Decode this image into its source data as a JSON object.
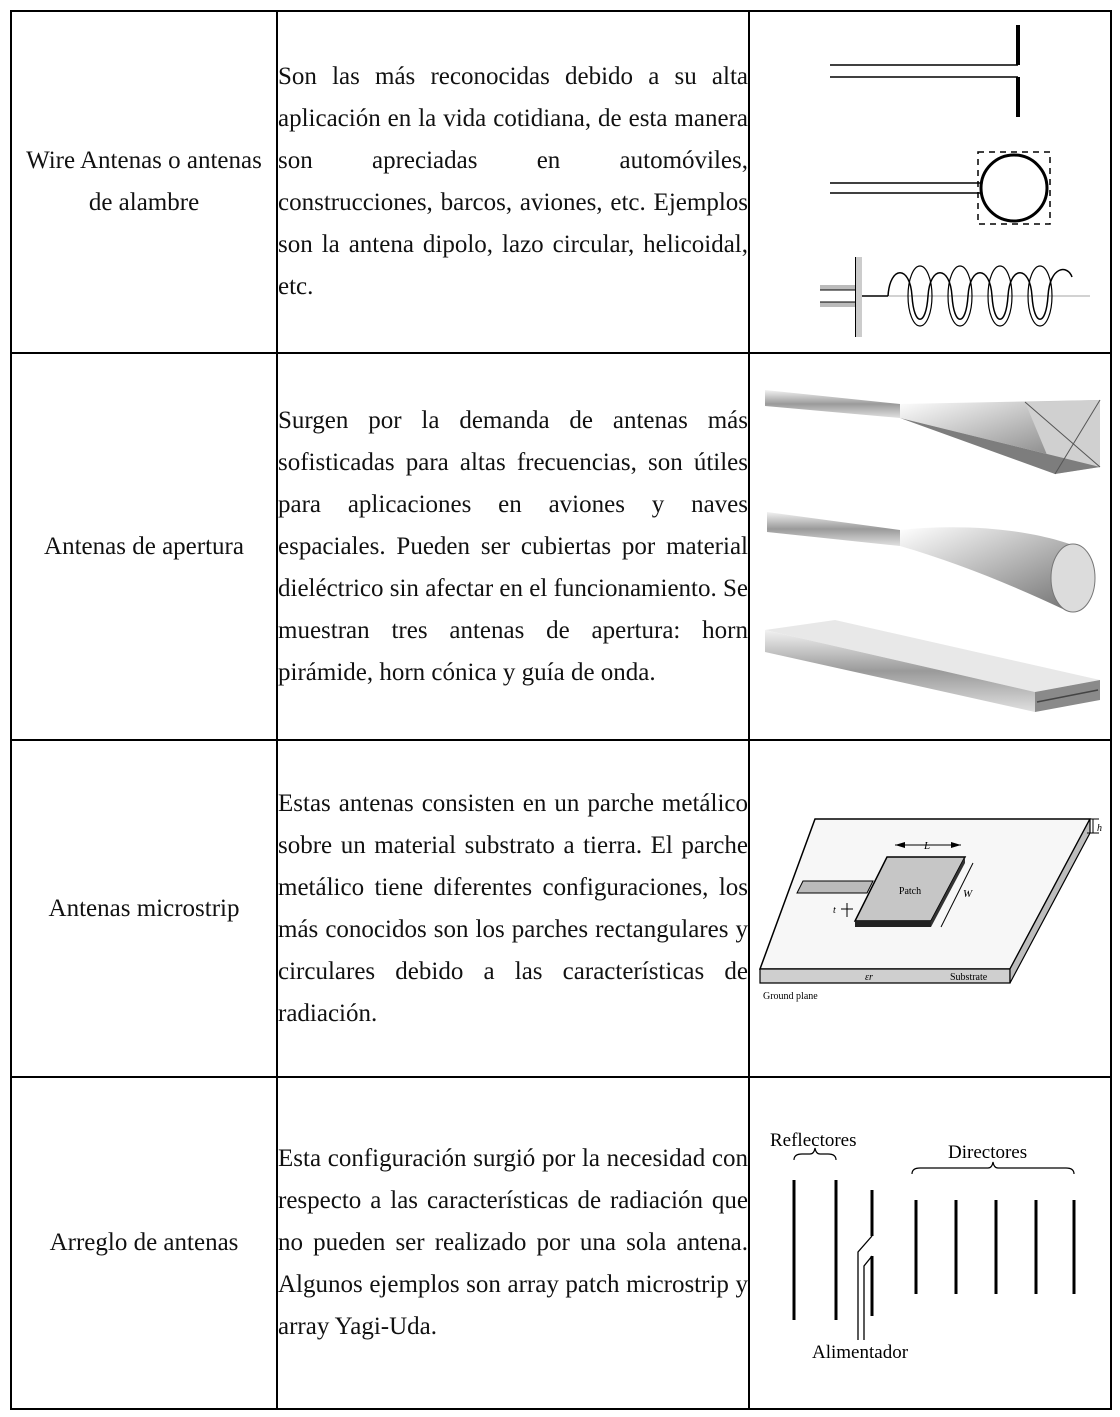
{
  "rows": [
    {
      "type": "Wire Antenas o antenas de alambre",
      "description": "Son las más reconocidas debido a su alta aplicación en la vida cotidiana, de esta manera son apreciadas en automóviles, construcciones, barcos, aviones, etc. Ejemplos son la antena dipolo, lazo circular, helicoidal, etc.",
      "image_icon": "wire-antennas-drawing"
    },
    {
      "type": "Antenas de apertura",
      "description": "Surgen por la demanda de antenas más sofisticadas para altas frecuencias, son útiles para aplicaciones en aviones y naves espaciales. Pueden ser cubiertas por material dieléctrico sin afectar en el funcionamiento. Se muestran tres antenas de apertura: horn pirámide, horn cónica y guía de onda.",
      "image_icon": "aperture-antennas-drawing"
    },
    {
      "type": "Antenas microstrip",
      "description": "Estas antenas consisten en un parche metálico sobre un material substrato a tierra. El parche metálico tiene diferentes configuraciones, los más conocidos son los parches rectangulares y circulares debido a las características de radiación.",
      "image_icon": "microstrip-antenna-drawing",
      "diagram_labels": {
        "patch": "Patch",
        "length": "L",
        "width": "W",
        "height": "h",
        "thickness": "t",
        "permittivity": "εr",
        "substrate": "Substrate",
        "ground": "Ground plane"
      }
    },
    {
      "type": "Arreglo de antenas",
      "description": "Esta configuración surgió por la necesidad con respecto a las características de radiación que no pueden ser realizado por una sola antena. Algunos ejemplos son array patch microstrip y array Yagi-Uda.",
      "image_icon": "yagi-uda-array-drawing",
      "diagram_labels": {
        "reflectors": "Reflectores",
        "directors": "Directores",
        "feeder": "Alimentador"
      }
    }
  ]
}
